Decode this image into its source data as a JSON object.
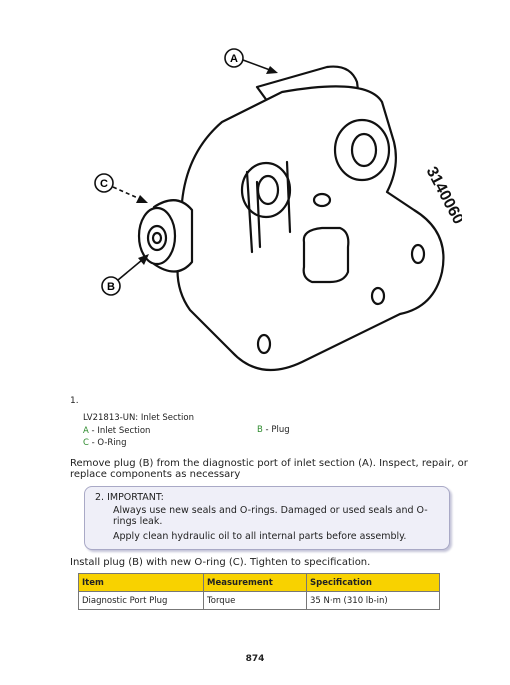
{
  "figure": {
    "callouts": {
      "a": "A",
      "b": "B",
      "c": "C"
    },
    "part_marking": "3140060"
  },
  "step": {
    "number": "1."
  },
  "caption": {
    "title": "LV21813-UN: Inlet Section",
    "items": [
      {
        "key": "A",
        "sep": " - ",
        "label": "Inlet Section"
      },
      {
        "key": "B",
        "sep": " - ",
        "label": "Plug"
      },
      {
        "key": "C",
        "sep": " - ",
        "label": "O-Ring"
      }
    ]
  },
  "instruction_1": "Remove plug (B) from the diagnostic port of inlet section (A). Inspect, repair, or replace components as necessary",
  "important": {
    "heading": "2. IMPORTANT:",
    "lines": [
      "Always use new seals and O-rings. Damaged or used seals and O-rings leak.",
      "Apply clean hydraulic oil to all internal parts before assembly."
    ]
  },
  "instruction_2": "Install plug (B) with new O-ring (C). Tighten to specification.",
  "spec_table": {
    "headers": [
      "Item",
      "Measurement",
      "Specification"
    ],
    "rows": [
      [
        "Diagnostic Port Plug",
        "Torque",
        "35 N·m (310 lb-in)"
      ]
    ]
  },
  "page_number": "874",
  "colors": {
    "table_header": "#f8d200",
    "caption_key": "#2e8b2e",
    "note_background": "#efeff8"
  }
}
